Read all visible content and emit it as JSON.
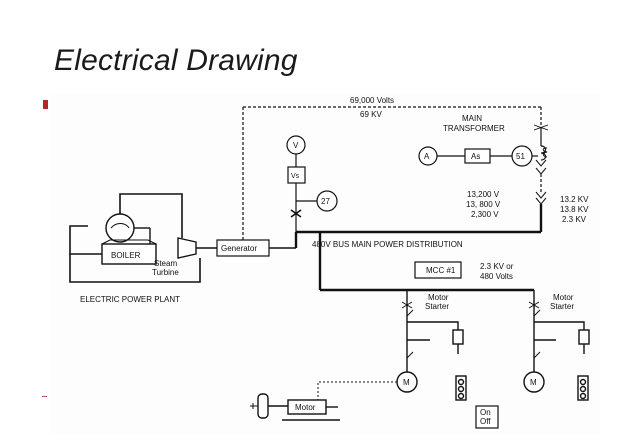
{
  "slide": {
    "title": "Electrical Drawing"
  },
  "diagram": {
    "line_voltage": "69,000 Volts",
    "line_kv": "69 KV",
    "transformer_1": "MAIN",
    "transformer_2": "TRANSFORMER",
    "meter_v": "V",
    "meter_vs": "Vs",
    "relay_27": "27",
    "meter_a": "A",
    "meter_as": "As",
    "relay_51": "51",
    "sec_v1": "13,200 V",
    "sec_v2": "13, 800 V",
    "sec_v3": "2,300 V",
    "kv_1": "13.2 KV",
    "kv_2": "13.8 KV",
    "kv_3": "2.3 KV",
    "boiler": "BOILER",
    "turbine_1": "Steam",
    "turbine_2": "Turbine",
    "generator": "Generator",
    "bus": "480V BUS MAIN POWER DISTRIBUTION",
    "plant": "ELECTRIC POWER PLANT",
    "mcc": "MCC #1",
    "mcc_v1": "2.3 KV or",
    "mcc_v2": "480 Volts",
    "starter_1": "Motor",
    "starter_2": "Starter",
    "motor_m": "M",
    "motor": "Motor",
    "on": "On",
    "off": "Off"
  }
}
